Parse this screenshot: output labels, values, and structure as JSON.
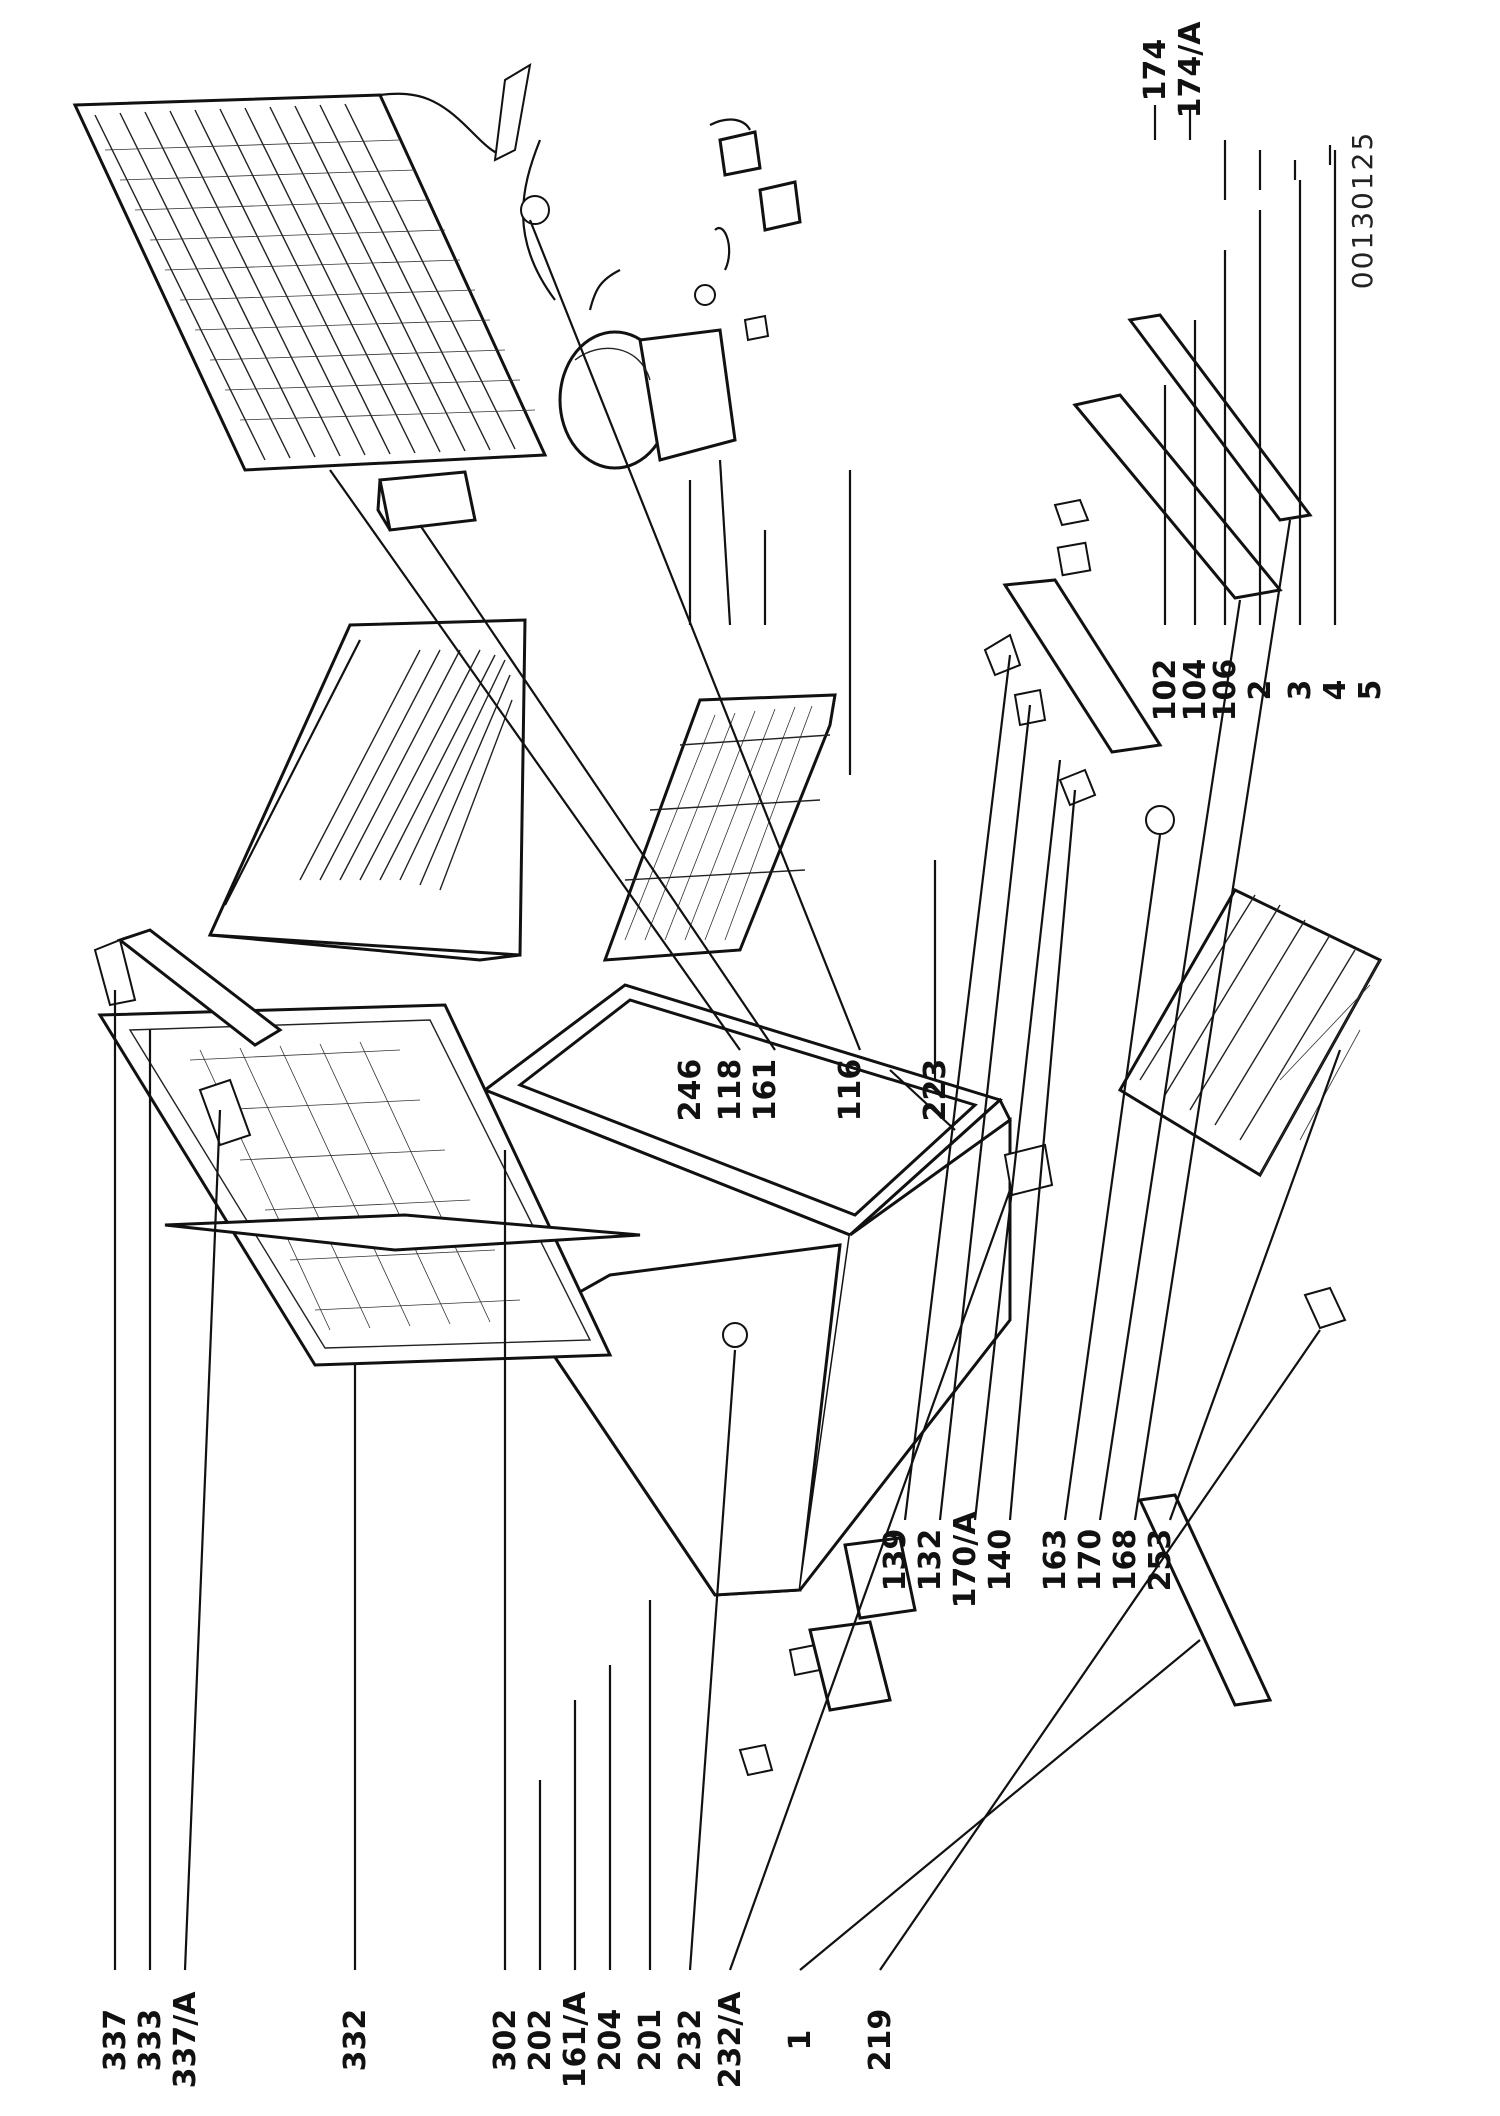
{
  "drawing_code": "00130125",
  "part_numbers": {
    "p337": "337",
    "p333": "333",
    "p337a": "337/A",
    "p332": "332",
    "p302": "302",
    "p202": "202",
    "p161a": "161/A",
    "p204": "204",
    "p201": "201",
    "p232": "232",
    "p232a": "232/A",
    "p1": "1",
    "p219": "219",
    "p246": "246",
    "p118": "118",
    "p161": "161",
    "p116": "116",
    "p102": "102",
    "p104": "104",
    "p106": "106",
    "p2": "2",
    "p3": "3",
    "p4": "4",
    "p5": "5",
    "p174": "174",
    "p174a": "174/A",
    "p223": "223",
    "p139": "139",
    "p132": "132",
    "p170a": "170/A",
    "p140": "140",
    "p163": "163",
    "p170": "170",
    "p168": "168",
    "p253": "253"
  }
}
